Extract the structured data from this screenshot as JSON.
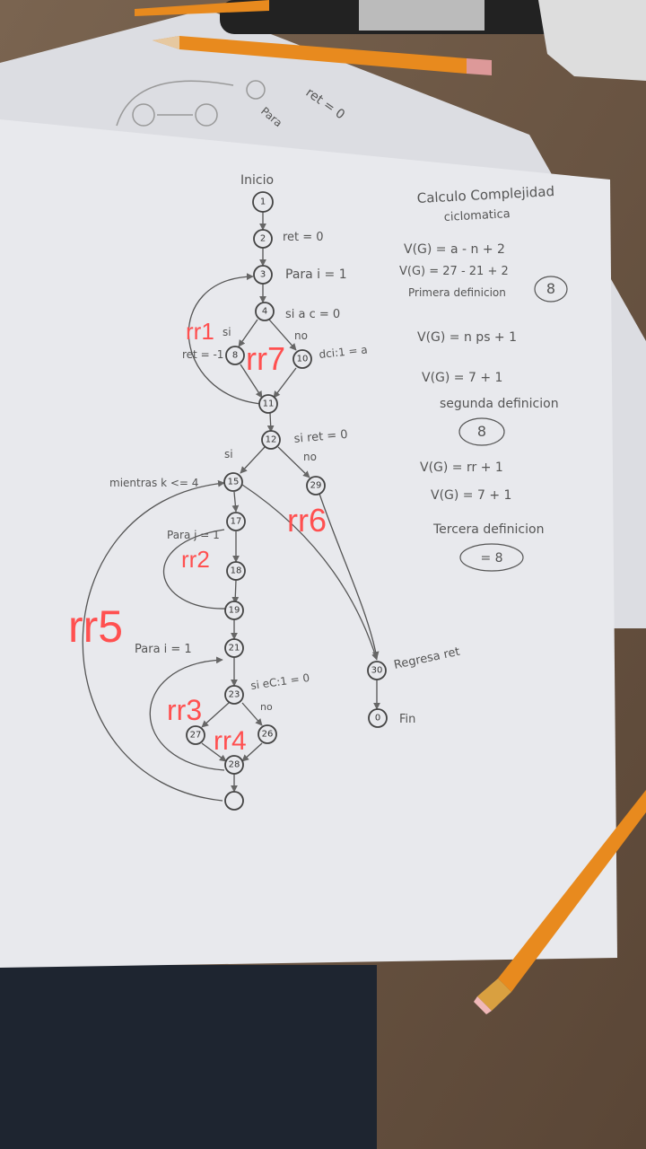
{
  "graph": {
    "start_label": "Inicio",
    "end_label": "Fin",
    "nodes": [
      "1",
      "2",
      "3",
      "4",
      "8",
      "10",
      "11",
      "12",
      "15",
      "29",
      "17",
      "18",
      "19",
      "21",
      "23",
      "27",
      "26",
      "28",
      "30",
      "0"
    ],
    "annotations": {
      "ret0": "ret = 0",
      "para1": "Para i = 1",
      "si_a": "si a c = 0",
      "si_node4": "si",
      "no_node4": "no",
      "ret_eq": "ret = -1",
      "dci": "dci:1 = a",
      "si_ret": "si  ret = 0",
      "si_12": "si",
      "no_12": "no",
      "mientras": "mientras k <= 4",
      "para_j": "Para j = 1",
      "para_i2": "Para i = 1",
      "si_e": "si  eC:1 = 0",
      "no_23": "no",
      "regresa": "Regresa ret"
    },
    "regions": [
      "rr1",
      "rr7",
      "rr6",
      "rr2",
      "rr5",
      "rr3",
      "rr4"
    ]
  },
  "calc": {
    "title": "Calculo Complejidad",
    "subtitle": "ciclomatica",
    "line1": "V(G) = a - n + 2",
    "line2": "V(G) = 27 - 21 + 2",
    "first": "Primera definicion",
    "first_val": "8",
    "line3": "V(G) = n ps + 1",
    "line4": "V(G) = 7 + 1",
    "second": "segunda definicion",
    "second_val": "8",
    "line5": "V(G) = rr + 1",
    "line6": "V(G) = 7 + 1",
    "third": "Tercera definicion",
    "third_val": "= 8"
  },
  "background_sketch": {
    "text1": "ret = 0",
    "text2": "Para"
  },
  "colors": {
    "paper": "#e9eaee",
    "pencil": "#555555",
    "region": "#ff5050",
    "wood": "#6b5441"
  }
}
